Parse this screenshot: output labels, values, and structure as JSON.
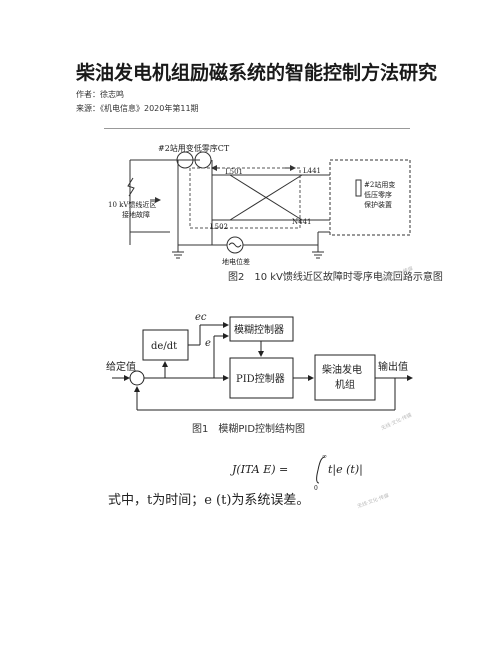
{
  "article": {
    "title": "柴油发电机组励磁系统的智能控制方法研究",
    "author": "作者：徐志鸣",
    "source": "来源：《机电信息》2020年第11期"
  },
  "figure2": {
    "ct_label": "#2站用变低零序CT",
    "fault_label_1": "10 kV馈线近区",
    "fault_label_2": "接地故障",
    "l501": "L501",
    "l502": "L502",
    "l441": "L441",
    "n441": "N441",
    "protection_1": "#2站用变",
    "protection_2": "低压零序",
    "protection_3": "保护装置",
    "ground_label": "地电位差",
    "caption": "图2　10 kV馈线近区故障时零序电流回路示意图",
    "watermark": "无线·文化·传媒"
  },
  "figure1": {
    "ec": "ec",
    "e": "e",
    "dedt": "de/dt",
    "fuzzy": "模糊控制器",
    "pid": "PID控制器",
    "genset_1": "柴油发电",
    "genset_2": "机组",
    "setpoint": "给定值",
    "output": "输出值",
    "caption": "图1　模糊PID控制结构图",
    "watermark": "无线·文化·传媒"
  },
  "formula": {
    "lhs": "J(ITA E) =",
    "upper": "∞",
    "lower": "0",
    "integrand": "t|e (t)|",
    "explanation": "式中，t为时间；e (t)为系统误差。",
    "watermark": "无线·文化·传媒"
  }
}
